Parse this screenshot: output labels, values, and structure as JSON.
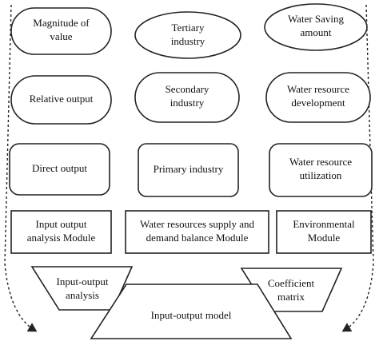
{
  "nodes": {
    "magnitude_of_value": [
      "Magnitude of",
      "value"
    ],
    "tertiary_industry": [
      "Tertiary",
      "industry"
    ],
    "water_saving_amount": [
      "Water Saving",
      "amount"
    ],
    "relative_output": [
      "Relative output"
    ],
    "secondary_industry": [
      "Secondary",
      "industry"
    ],
    "water_resource_development": [
      "Water resource",
      "development"
    ],
    "direct_output": [
      "Direct output"
    ],
    "primary_industry": [
      "Primary industry"
    ],
    "water_resource_utilization": [
      "Water resource",
      "utilization"
    ],
    "input_output_analysis_module": [
      "Input output",
      "analysis Module"
    ],
    "water_resources_balance_module": [
      "Water resources supply and",
      "demand balance Module"
    ],
    "environmental_module": [
      "Environmental",
      "Module"
    ],
    "input_output_analysis": [
      "Input-output",
      "analysis"
    ],
    "coefficient_matrix": [
      "Coefficient",
      "matrix"
    ],
    "input_output_model": [
      "Input-output model"
    ]
  }
}
